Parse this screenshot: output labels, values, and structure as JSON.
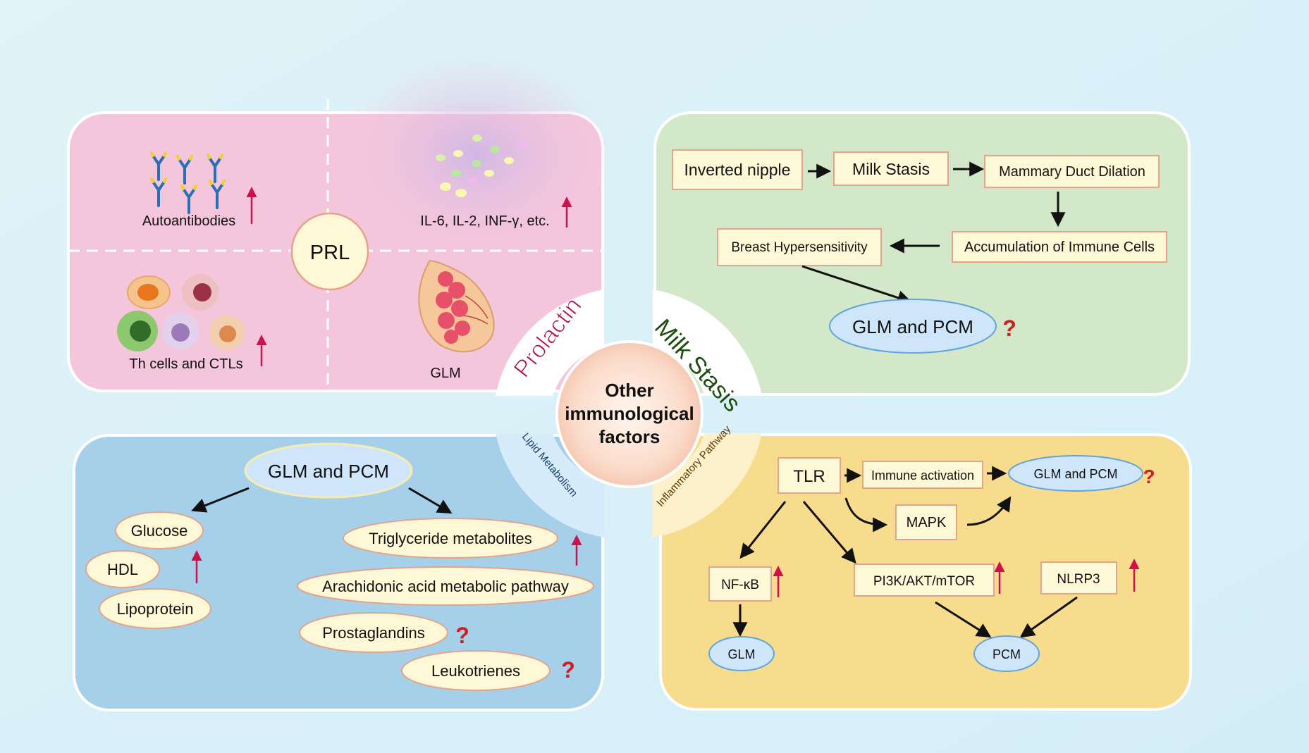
{
  "center": {
    "line1": "Other",
    "line2": "immunological",
    "line3": "factors"
  },
  "arc_labels": {
    "prolactin": "Prolactin",
    "milk_stasis": "Milk Stasis",
    "lipid": "Lipid Metabolism",
    "inflammatory": "Inflammatory Pathway"
  },
  "prolactin_panel": {
    "center_label": "PRL",
    "autoantibodies": "Autoantibodies",
    "cytokines": "IL-6, IL-2, INF-γ, etc.",
    "cells": "Th cells and CTLs",
    "glm": "GLM"
  },
  "milk_panel": {
    "inverted_nipple": "Inverted nipple",
    "milk_stasis": "Milk Stasis",
    "duct_dilation": "Mammary Duct Dilation",
    "accumulation": "Accumulation of Immune Cells",
    "hypersensitivity": "Breast Hypersensitivity",
    "outcome": "GLM and PCM",
    "question": "?"
  },
  "lipid_panel": {
    "top": "GLM and PCM",
    "glucose": "Glucose",
    "hdl": "HDL",
    "lipoprotein": "Lipoprotein",
    "triglyceride": "Triglyceride metabolites",
    "arachidonic": "Arachidonic acid metabolic pathway",
    "prostaglandins": "Prostaglandins",
    "leukotrienes": "Leukotrienes",
    "question": "?"
  },
  "inflam_panel": {
    "tlr": "TLR",
    "immune_activation": "Immune activation",
    "outcome": "GLM and PCM",
    "mapk": "MAPK",
    "nfkb": "NF-κB",
    "pi3k": "PI3K/AKT/mTOR",
    "nlrp3": "NLRP3",
    "glm": "GLM",
    "pcm": "PCM",
    "question": "?"
  },
  "colors": {
    "pink_panel": "#f4c6dc",
    "green_panel": "#d3e8c9",
    "blue_panel": "#a6cfe9",
    "yellow_panel": "#f8dc8e",
    "box_fill": "#fff8d7",
    "box_stroke": "#e3a48b",
    "oval_blue": "#cfe6fa",
    "arrow_red": "#d0104c",
    "question_red": "#d71920"
  }
}
